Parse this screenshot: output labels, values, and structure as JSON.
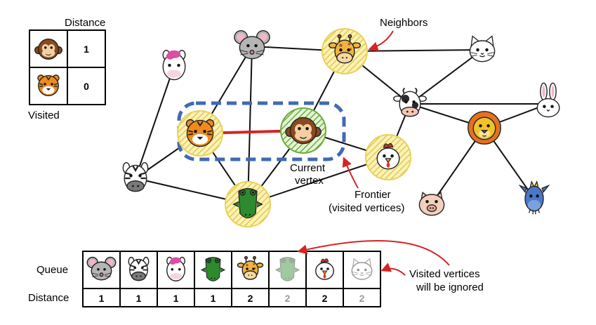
{
  "legend": {
    "distance_label": "Distance",
    "visited_label": "Visited",
    "rows": [
      {
        "animal": "monkey",
        "value": "1"
      },
      {
        "animal": "tiger",
        "value": "0"
      }
    ]
  },
  "annotations": {
    "neighbors": "Neighbors",
    "current_vertex_line1": "Current",
    "current_vertex_line2": "vertex",
    "frontier_line1": "Frontier",
    "frontier_line2": "(visited vertices)",
    "visited_ignored_line1": "Visited vertices",
    "visited_ignored_line2": "will be ignored"
  },
  "queue": {
    "queue_label": "Queue",
    "distance_label": "Distance",
    "items": [
      {
        "animal": "mouse",
        "distance": "1",
        "dimmed": false
      },
      {
        "animal": "zebra",
        "distance": "1",
        "dimmed": false
      },
      {
        "animal": "unicorn",
        "distance": "1",
        "dimmed": false
      },
      {
        "animal": "crocodile",
        "distance": "1",
        "dimmed": false
      },
      {
        "animal": "giraffe",
        "distance": "2",
        "dimmed": false
      },
      {
        "animal": "crocodile",
        "distance": "2",
        "dimmed": true
      },
      {
        "animal": "chicken",
        "distance": "2",
        "dimmed": false
      },
      {
        "animal": "cat",
        "distance": "2",
        "dimmed": true
      }
    ]
  },
  "graph": {
    "nodes": [
      "unicorn",
      "mouse",
      "giraffe",
      "cat",
      "tiger",
      "monkey",
      "cow",
      "rabbit",
      "lion",
      "zebra",
      "chicken",
      "crocodile",
      "pig",
      "dragon"
    ],
    "edges": [
      [
        "unicorn",
        "zebra"
      ],
      [
        "mouse",
        "tiger"
      ],
      [
        "mouse",
        "giraffe"
      ],
      [
        "mouse",
        "crocodile"
      ],
      [
        "tiger",
        "monkey"
      ],
      [
        "tiger",
        "zebra"
      ],
      [
        "tiger",
        "crocodile"
      ],
      [
        "monkey",
        "giraffe"
      ],
      [
        "monkey",
        "crocodile"
      ],
      [
        "monkey",
        "chicken"
      ],
      [
        "giraffe",
        "cat"
      ],
      [
        "giraffe",
        "cow"
      ],
      [
        "cat",
        "cow"
      ],
      [
        "cow",
        "rabbit"
      ],
      [
        "cow",
        "chicken"
      ],
      [
        "cow",
        "lion"
      ],
      [
        "rabbit",
        "lion"
      ],
      [
        "lion",
        "pig"
      ],
      [
        "lion",
        "dragon"
      ],
      [
        "zebra",
        "crocodile"
      ],
      [
        "crocodile",
        "chicken"
      ]
    ],
    "highlighted_edge": [
      "tiger",
      "monkey"
    ],
    "current_vertex": "monkey",
    "frontier": [
      "tiger",
      "monkey"
    ],
    "neighbors": [
      "giraffe",
      "chicken",
      "crocodile"
    ],
    "colors": {
      "frontier_box": "#4169b4",
      "highlight_edge": "#d62424",
      "neighbor_ring": "#e8d25a",
      "current_ring": "#6cae3b",
      "arrow": "#d62424"
    }
  }
}
